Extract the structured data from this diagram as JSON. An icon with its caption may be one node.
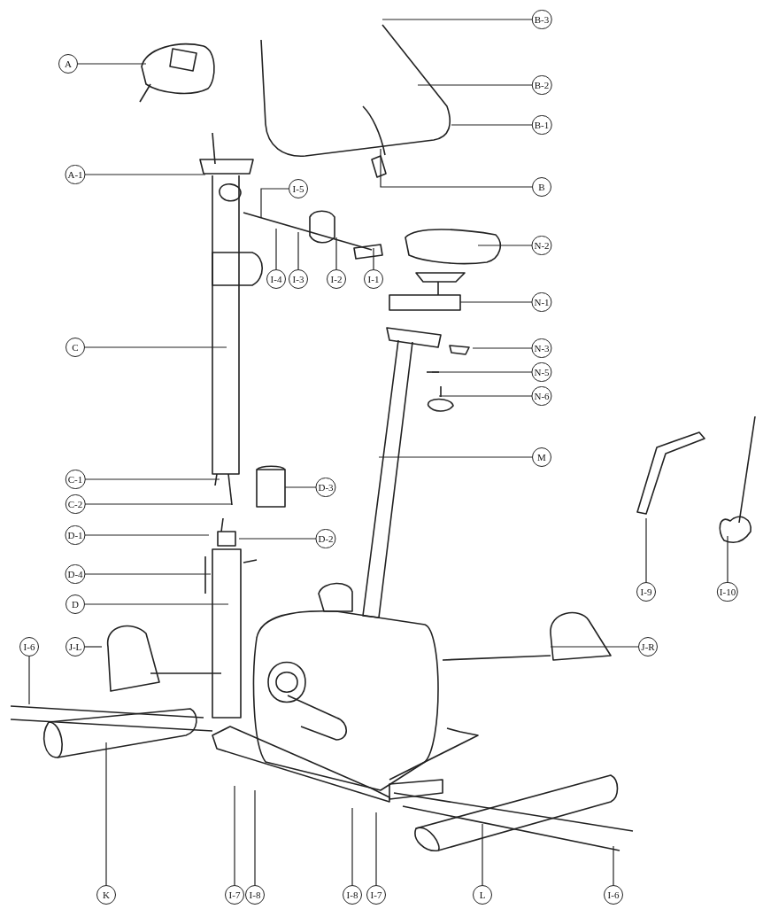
{
  "diagram": {
    "nodes": [
      {
        "text": [
          "A"
        ]
      },
      {
        "text": [
          "B-3"
        ]
      },
      {
        "text": [
          "B-2"
        ]
      },
      {
        "text": [
          "B-1"
        ]
      },
      {
        "text": [
          "B"
        ]
      },
      {
        "text": [
          "A-1"
        ]
      },
      {
        "text": [
          "I-5"
        ]
      },
      {
        "text": [
          "I-4"
        ]
      },
      {
        "text": [
          "I-3"
        ]
      },
      {
        "text": [
          "I-2"
        ]
      },
      {
        "text": [
          "I-1"
        ]
      },
      {
        "text": [
          "N-2"
        ]
      },
      {
        "text": [
          "N-1"
        ]
      },
      {
        "text": [
          "C"
        ]
      },
      {
        "text": [
          "N-3"
        ]
      },
      {
        "text": [
          "N-5"
        ]
      },
      {
        "text": [
          "N-6"
        ]
      },
      {
        "text": [
          "M"
        ]
      },
      {
        "text": [
          "C-1"
        ]
      },
      {
        "text": [
          "D-3"
        ]
      },
      {
        "text": [
          "C-2"
        ]
      },
      {
        "text": [
          "D-1"
        ]
      },
      {
        "text": [
          "D-2"
        ]
      },
      {
        "text": [
          "D-4"
        ]
      },
      {
        "text": [
          "D"
        ]
      },
      {
        "text": [
          "I-9"
        ]
      },
      {
        "text": [
          "I-10"
        ]
      },
      {
        "text": [
          "I-6"
        ]
      },
      {
        "text": [
          "J-L"
        ]
      },
      {
        "text": [
          "J-R"
        ]
      },
      {
        "text": [
          "K"
        ]
      },
      {
        "text": [
          "I-7"
        ]
      },
      {
        "text": [
          "I-8"
        ]
      },
      {
        "text": [
          "I-8"
        ]
      },
      {
        "text": [
          "I-7"
        ]
      },
      {
        "text": [
          "L"
        ]
      },
      {
        "text": [
          "I-6"
        ]
      }
    ],
    "edges": [
      {
        "from": 0,
        "to": null,
        "arrow": "none"
      },
      {
        "from": 1,
        "to": null,
        "arrow": "none"
      },
      {
        "from": 2,
        "to": null,
        "arrow": "none"
      },
      {
        "from": 3,
        "to": null,
        "arrow": "none"
      },
      {
        "from": 4,
        "to": null,
        "arrow": "none"
      },
      {
        "from": 5,
        "to": null,
        "arrow": "none"
      },
      {
        "from": 6,
        "to": null,
        "arrow": "none"
      },
      {
        "from": 7,
        "to": null,
        "arrow": "none"
      },
      {
        "from": 8,
        "to": null,
        "arrow": "none"
      },
      {
        "from": 9,
        "to": null,
        "arrow": "none"
      },
      {
        "from": 10,
        "to": null,
        "arrow": "none"
      },
      {
        "from": 11,
        "to": null,
        "arrow": "none"
      },
      {
        "from": 12,
        "to": null,
        "arrow": "none"
      },
      {
        "from": 13,
        "to": null,
        "arrow": "none"
      },
      {
        "from": 14,
        "to": null,
        "arrow": "none"
      },
      {
        "from": 15,
        "to": null,
        "arrow": "none"
      },
      {
        "from": 16,
        "to": null,
        "arrow": "none"
      },
      {
        "from": 17,
        "to": null,
        "arrow": "none"
      },
      {
        "from": 18,
        "to": null,
        "arrow": "none"
      },
      {
        "from": 19,
        "to": null,
        "arrow": "none"
      },
      {
        "from": 20,
        "to": null,
        "arrow": "none"
      },
      {
        "from": 21,
        "to": null,
        "arrow": "none"
      },
      {
        "from": 22,
        "to": null,
        "arrow": "none"
      },
      {
        "from": 23,
        "to": null,
        "arrow": "none"
      },
      {
        "from": 24,
        "to": null,
        "arrow": "none"
      },
      {
        "from": 25,
        "to": null,
        "arrow": "none"
      },
      {
        "from": 26,
        "to": null,
        "arrow": "none"
      },
      {
        "from": 27,
        "to": null,
        "arrow": "none"
      },
      {
        "from": 28,
        "to": null,
        "arrow": "none"
      },
      {
        "from": 29,
        "to": null,
        "arrow": "none"
      },
      {
        "from": 30,
        "to": null,
        "arrow": "none"
      },
      {
        "from": 31,
        "to": null,
        "arrow": "none"
      },
      {
        "from": 32,
        "to": null,
        "arrow": "none"
      },
      {
        "from": 33,
        "to": null,
        "arrow": "none"
      },
      {
        "from": 34,
        "to": null,
        "arrow": "none"
      },
      {
        "from": 35,
        "to": null,
        "arrow": "none"
      },
      {
        "from": 36,
        "to": null,
        "arrow": "none"
      }
    ]
  }
}
